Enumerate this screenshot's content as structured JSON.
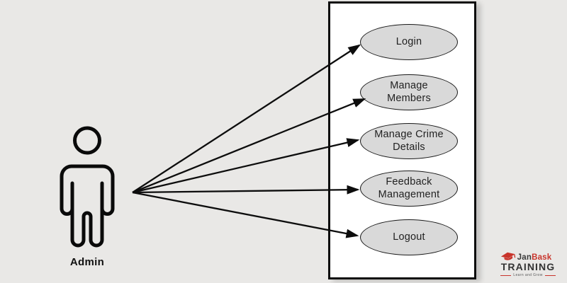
{
  "diagram": {
    "type": "uml-use-case",
    "actor": {
      "label": "Admin",
      "icon": "person-icon"
    },
    "usecases": [
      {
        "id": "login",
        "label": "Login"
      },
      {
        "id": "manage-members",
        "label": "Manage\nMembers"
      },
      {
        "id": "manage-crime-details",
        "label": "Manage Crime\nDetails"
      },
      {
        "id": "feedback-management",
        "label": "Feedback\nManagement"
      },
      {
        "id": "logout",
        "label": "Logout"
      }
    ],
    "connections": [
      {
        "from": "Admin",
        "to": "Login"
      },
      {
        "from": "Admin",
        "to": "Manage Members"
      },
      {
        "from": "Admin",
        "to": "Manage Crime Details"
      },
      {
        "from": "Admin",
        "to": "Feedback Management"
      },
      {
        "from": "Admin",
        "to": "Logout"
      }
    ]
  },
  "logo": {
    "icon": "graduation-cap-icon",
    "brand_part1": "Jan",
    "brand_part2": "Bask",
    "brand_line2": "TRAINING",
    "tagline": "Learn and Grow"
  },
  "colors": {
    "background": "#e9e8e6",
    "boundary_fill": "#ffffff",
    "boundary_border": "#0d0d0d",
    "usecase_fill": "#d9d9d9",
    "usecase_border": "#1a1a1a",
    "arrow": "#0d0d0d",
    "text": "#222222",
    "logo_red": "#c8342b",
    "logo_dark": "#3a3a3a"
  }
}
